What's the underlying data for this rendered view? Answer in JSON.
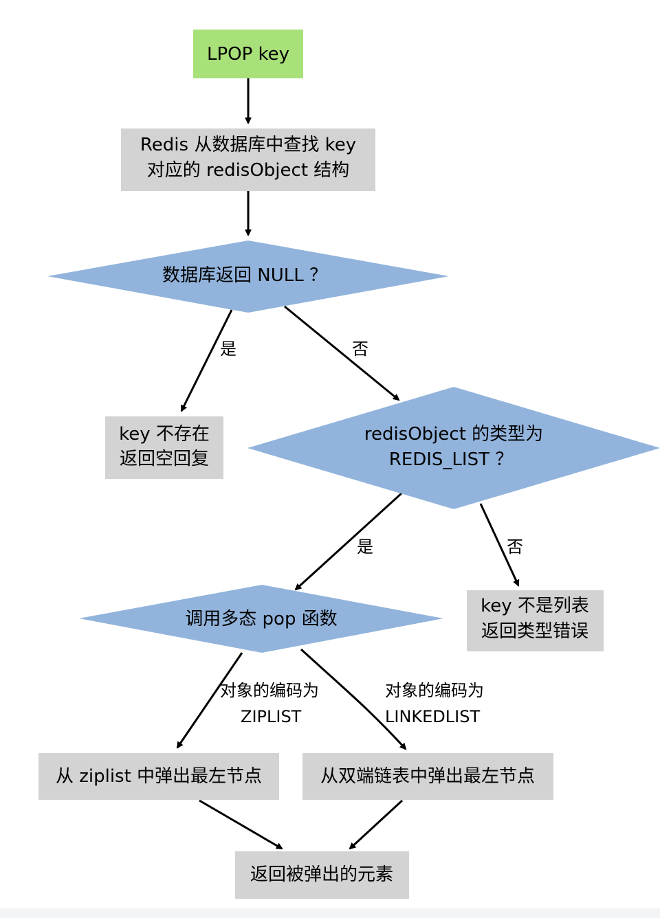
{
  "colors": {
    "start": "#a8e07a",
    "process": "#d3d3d3",
    "decision": "#92b4dc",
    "line": "#000000"
  },
  "nodes": {
    "start": {
      "line1": "LPOP key"
    },
    "lookup": {
      "line1": "Redis 从数据库中查找 key",
      "line2": "对应的 redisObject 结构"
    },
    "check_null": {
      "line1": "数据库返回 NULL ？"
    },
    "not_exist": {
      "line1": "key 不存在",
      "line2": "返回空回复"
    },
    "check_type": {
      "line1": "redisObject 的类型为",
      "line2": "REDIS_LIST ？"
    },
    "type_error": {
      "line1": "key 不是列表",
      "line2": "返回类型错误"
    },
    "call_pop": {
      "line1": "调用多态 pop 函数"
    },
    "ziplist_pop": {
      "line1": "从 ziplist 中弹出最左节点"
    },
    "linkedlist_pop": {
      "line1": "从双端链表中弹出最左节点"
    },
    "return_elem": {
      "line1": "返回被弹出的元素"
    }
  },
  "edges": {
    "null_yes": "是",
    "null_no": "否",
    "type_yes": "是",
    "type_no": "否",
    "enc_ziplist": {
      "line1": "对象的编码为",
      "line2": "ZIPLIST"
    },
    "enc_linkedlist": {
      "line1": "对象的编码为",
      "line2": "LINKEDLIST"
    }
  }
}
